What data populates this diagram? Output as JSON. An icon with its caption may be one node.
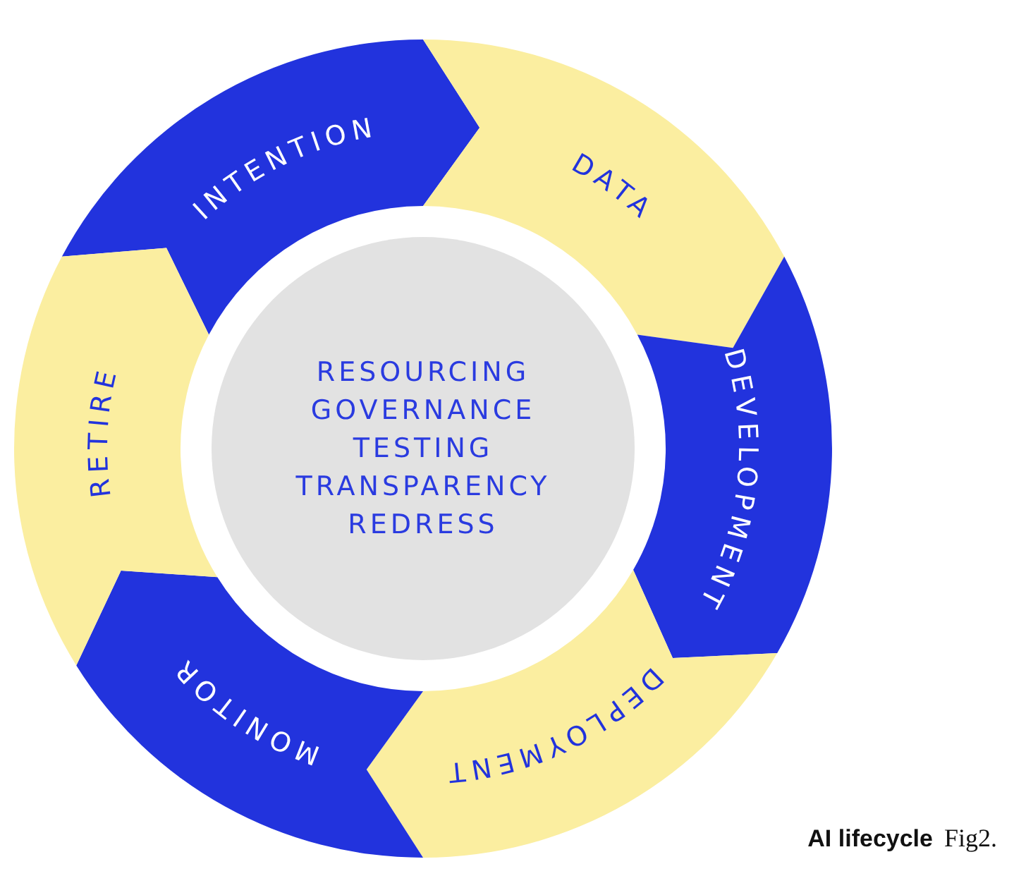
{
  "diagram": {
    "caption": "AI lifecycle",
    "nodes": [
      {
        "text": [
          "INTENTION"
        ]
      },
      {
        "text": [
          "DATA"
        ]
      },
      {
        "text": [
          "DEVELOPMENT"
        ]
      },
      {
        "text": [
          "DEPLOYMENT"
        ]
      },
      {
        "text": [
          "MONITOR"
        ]
      },
      {
        "text": [
          "RETIRE"
        ]
      },
      {
        "text": [
          "RESOURCING",
          "GOVERNANCE",
          "TESTING",
          "TRANSPARENCY",
          "REDRESS"
        ]
      }
    ],
    "edges": [],
    "labels": [
      "Fig2."
    ]
  }
}
